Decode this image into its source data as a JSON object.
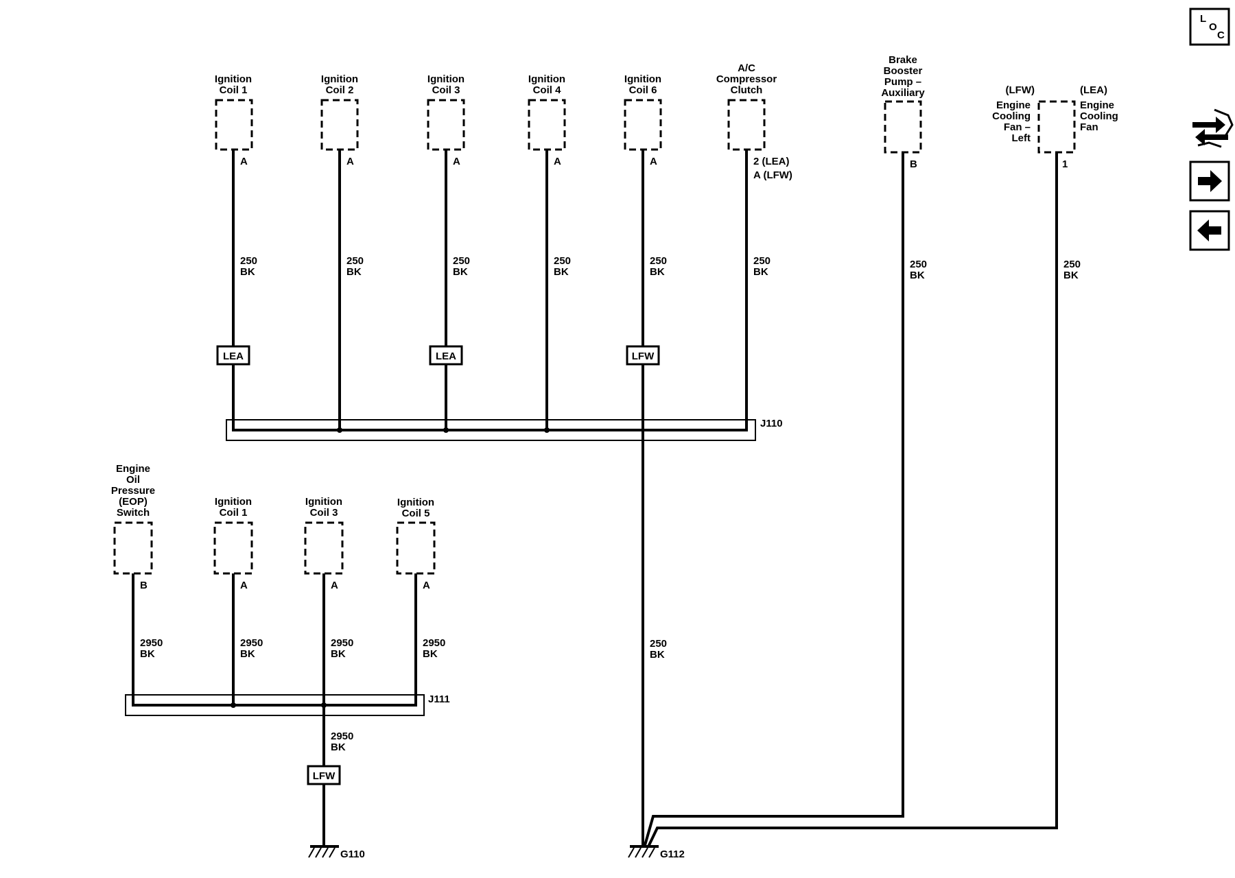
{
  "top_components": [
    {
      "id": "c1",
      "name": [
        "Ignition",
        "Coil 1"
      ],
      "pin": "A",
      "wire": [
        "250",
        "BK"
      ],
      "option": "LEA"
    },
    {
      "id": "c2",
      "name": [
        "Ignition",
        "Coil 2"
      ],
      "pin": "A",
      "wire": [
        "250",
        "BK"
      ],
      "option": ""
    },
    {
      "id": "c3",
      "name": [
        "Ignition",
        "Coil 3"
      ],
      "pin": "A",
      "wire": [
        "250",
        "BK"
      ],
      "option": "LEA"
    },
    {
      "id": "c4",
      "name": [
        "Ignition",
        "Coil 4"
      ],
      "pin": "A",
      "wire": [
        "250",
        "BK"
      ],
      "option": ""
    },
    {
      "id": "c5",
      "name": [
        "Ignition",
        "Coil 6"
      ],
      "pin": "A",
      "wire": [
        "250",
        "BK"
      ],
      "option": "LFW"
    },
    {
      "id": "c6",
      "name": [
        "A/C",
        "Compressor",
        "Clutch"
      ],
      "pin": [
        "2 (LEA)",
        "A (LFW)"
      ],
      "wire": [
        "250",
        "BK"
      ],
      "option": ""
    }
  ],
  "right_components": [
    {
      "id": "bb",
      "name": [
        "Brake",
        "Booster",
        "Pump –",
        "Auxiliary"
      ],
      "pin": "B",
      "wire": [
        "250",
        "BK"
      ]
    },
    {
      "id": "cf",
      "name_left": [
        "(LFW)",
        "Engine",
        "Cooling",
        "Fan –",
        "Left"
      ],
      "name_right": [
        "(LEA)",
        "Engine",
        "Cooling",
        "Fan"
      ],
      "pin": "1",
      "wire": [
        "250",
        "BK"
      ]
    }
  ],
  "bottom_components": [
    {
      "id": "e1",
      "name": [
        "Engine",
        "Oil",
        "Pressure",
        "(EOP)",
        "Switch"
      ],
      "pin": "B",
      "wire": [
        "2950",
        "BK"
      ]
    },
    {
      "id": "e2",
      "name": [
        "Ignition",
        "Coil 1"
      ],
      "pin": "A",
      "wire": [
        "2950",
        "BK"
      ]
    },
    {
      "id": "e3",
      "name": [
        "Ignition",
        "Coil 3"
      ],
      "pin": "A",
      "wire": [
        "2950",
        "BK"
      ]
    },
    {
      "id": "e4",
      "name": [
        "Ignition",
        "Coil 5"
      ],
      "pin": "A",
      "wire": [
        "2950",
        "BK"
      ]
    }
  ],
  "splices": {
    "top": "J110",
    "bottom": "J111"
  },
  "trunk_wires": {
    "g112": [
      "250",
      "BK"
    ],
    "g110": [
      "2950",
      "BK"
    ]
  },
  "trunk_option_g110": "LFW",
  "grounds": {
    "left": "G110",
    "right": "G112"
  },
  "nav": {
    "loc_letters": [
      "L",
      "O",
      "C"
    ],
    "loc_icon": "location-icon",
    "connector_icon": "connector-icon",
    "next_icon": "arrow-right-icon",
    "prev_icon": "arrow-left-icon"
  }
}
